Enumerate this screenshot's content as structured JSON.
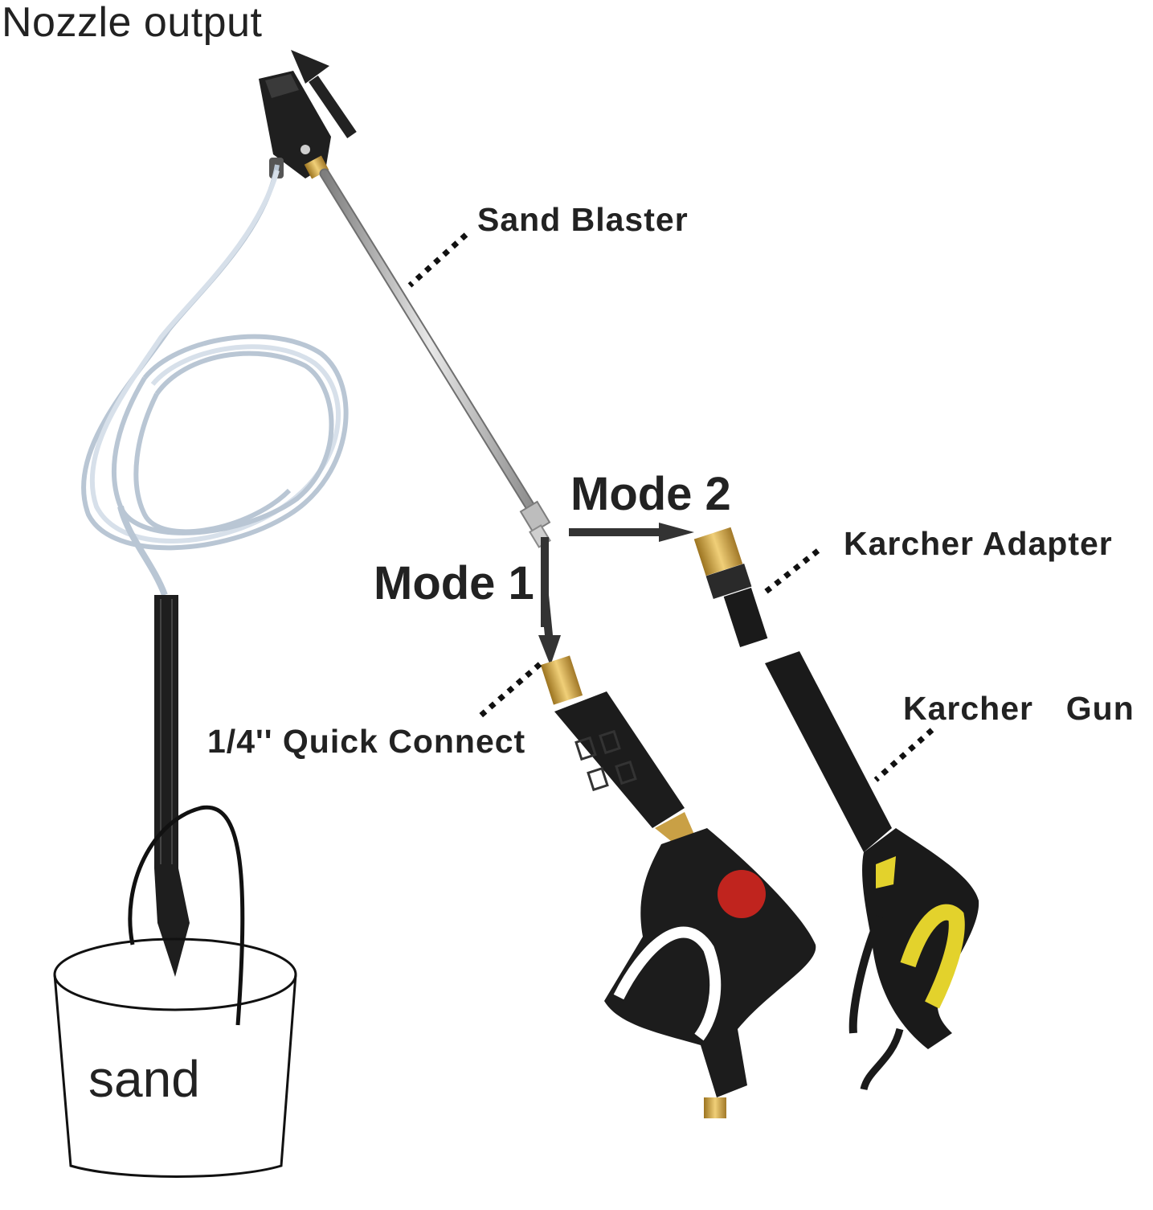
{
  "labels": {
    "nozzle_output": "Nozzle output",
    "sand_blaster": "Sand Blaster",
    "mode_2": "Mode 2",
    "karcher_adapter": "Karcher Adapter",
    "mode_1": "Mode 1",
    "karcher_gun": "Karcher  Gun",
    "quick_connect": "1/4'' Quick Connect",
    "sand": "sand"
  },
  "colors": {
    "text": "#222222",
    "hose": "#b9c6d4",
    "steel": "#a9a9a9",
    "brass": "#c9a045",
    "gun_black": "#1c1c1c",
    "red_button": "#c0241e",
    "yellow_trigger": "#e3d22c"
  },
  "icons": [
    "arrow-up-icon",
    "arrow-right-icon",
    "arrow-down-icon"
  ]
}
